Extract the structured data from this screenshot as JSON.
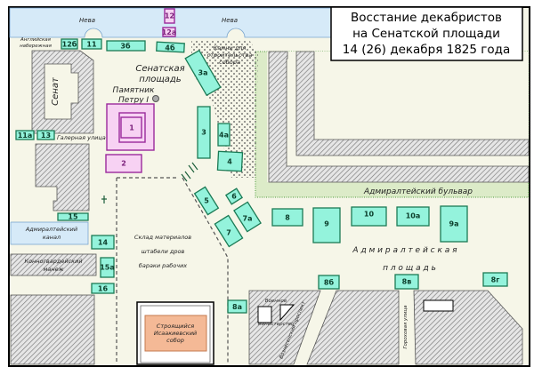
{
  "title": {
    "line1": "Восстание декабристов",
    "line2": "на Сенатской площади",
    "line3": "14 (26) декабря 1825 года"
  },
  "places": {
    "neva_left": "Нева",
    "neva_right": "Нева",
    "english_emb_1": "Английская",
    "english_emb_2": "набережная",
    "senate": "Сенат",
    "senate_square_1": "Сенатская",
    "senate_square_2": "площадь",
    "monument_1": "Памятник",
    "monument_2": "Петру I",
    "stones_1": "Камни для",
    "stones_2": "строительства",
    "stones_3": "собора",
    "galernaya": "Галерная улица",
    "adm_canal_1": "Адмиралтейский",
    "adm_canal_2": "канал",
    "manege_1": "Конногвардейский",
    "manege_2": "манеж",
    "warehouse_1": "Склад материалов",
    "warehouse_2": "штабели дров",
    "warehouse_3": "бараки рабочих",
    "isaac_1": "Строящийся",
    "isaac_2": "Исаакиевский",
    "isaac_3": "собор",
    "boulevard": "Адмиралтейский бульвар",
    "adm_square_1": "А д м и р а л т е й с к а я",
    "adm_square_2": "п л о щ а д ь",
    "war_ministry_1": "Военное",
    "war_ministry_2": "министерство",
    "voznesensky": "Вознесенский проспект",
    "gorokhovaya": "Гороховая улица"
  },
  "units": {
    "u1": "1",
    "u2": "2",
    "u3": "3",
    "u3a": "3а",
    "u3b": "3б",
    "u4": "4",
    "u4a": "4а",
    "u4b": "4б",
    "u5": "5",
    "u6": "6",
    "u7": "7",
    "u7a": "7а",
    "u8": "8",
    "u8a": "8а",
    "u8b": "8б",
    "u8v": "8в",
    "u8g": "8г",
    "u9": "9",
    "u9a": "9а",
    "u10": "10",
    "u10a": "10а",
    "u11": "11",
    "u11a": "11а",
    "u12": "12",
    "u12a": "12а",
    "u12b": "12б",
    "u13": "13",
    "u14": "14",
    "u15": "15",
    "u15a": "15а",
    "u16": "16"
  },
  "colors": {
    "rebels": "#94f3dc",
    "rebels_border": "#1b7a55",
    "government": "#f7d2f3",
    "government_border": "#9b2a9b",
    "river": "#d6eaf8",
    "ground": "#f6f6e8",
    "boulevard": "#dcebc8",
    "cathedral": "#f4b996"
  }
}
